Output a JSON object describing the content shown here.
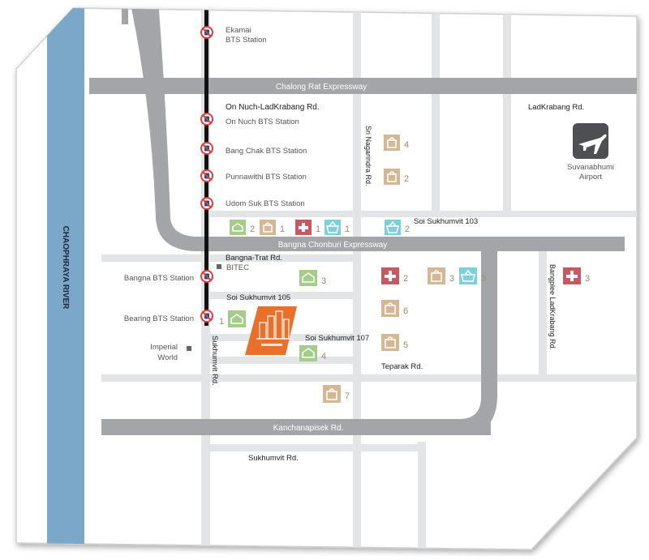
{
  "colors": {
    "river": "#7ba7c9",
    "expressway": "#a4a5a8",
    "road": "#e3e4e6",
    "bts_line": "#111111",
    "bts_icon": "#e13b3b",
    "shopping": "#d4b895",
    "hospital": "#c45b62",
    "market": "#7fcfda",
    "school": "#a6cc8c",
    "project": "#e8702a",
    "airport": "#4d4f53"
  },
  "river": {
    "label": "CHAOPHRAYA RIVER"
  },
  "expressways": {
    "chalong_rat": "Chalong Rat Expressway",
    "bangna_chonburi": "Bangna Chonburi Expressway",
    "kanchanapisek": "Kanchanapisek Rd."
  },
  "roads": {
    "on_nuch_ladkrabang": "On Nuch-LadKrabang Rd.",
    "ladkrabang": "LadKrabang Rd.",
    "sri_nagarindra": "Sri Nagarindra Rd.",
    "soi_sukhumvit_103": "Soi Sukhumvit 103",
    "bangna_trat": "Bangna-Trat Rd.",
    "soi_sukhumvit_105": "Soi Sukhumvit 105",
    "soi_sukhumvit_107": "Soi Sukhumvit 107",
    "teparak": "Teparak Rd.",
    "sukhumvit_vertical": "Sukhumvit Rd.",
    "sukhumvit_bottom": "Sukhumvit Rd.",
    "bangplee_ladkrabang": "Bangplee LadKrabang Rd."
  },
  "stations": {
    "ekamai_line1": "Ekamai",
    "ekamai_line2": "BTS Station",
    "on_nuch": "On Nuch BTS Station",
    "bang_chak": "Bang Chak BTS Station",
    "punnawithi": "Punnawithi  BTS Station",
    "udom_suk": "Udom Suk BTS Station",
    "bangna": "Bangna BTS Station",
    "bearing": "Bearing BTS Station"
  },
  "landmarks": {
    "bitec": "BITEC",
    "imperial_line1": "Imperial",
    "imperial_line2": "World",
    "airport_line1": "Suvanabhumi",
    "airport_line2": "Airport"
  },
  "poi_numbers": {
    "shop_4": "4",
    "shop_2": "2",
    "school_row_2": "2",
    "shop_row_1": "1",
    "hospital_row_1": "1",
    "market_row_1": "1",
    "market_row_2": "2",
    "school_3": "3",
    "hospital_2": "2",
    "shop_3": "3",
    "market_3": "3",
    "hospital_3": "3",
    "school_1": "1",
    "shop_6": "6",
    "school_4": "4",
    "shop_5": "5",
    "shop_7": "7"
  },
  "project_icon": "project-building-icon"
}
